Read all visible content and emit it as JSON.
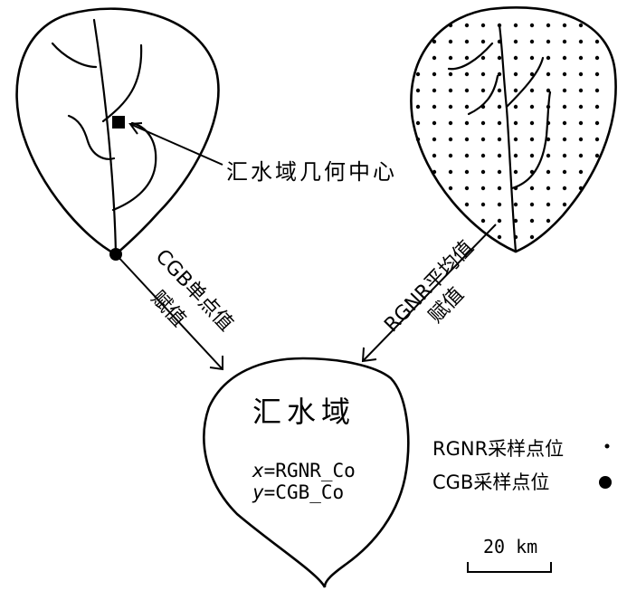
{
  "labels": {
    "centroid_label": "汇水域几何中心",
    "left_arrow_line1": "CGB单点值",
    "left_arrow_line2": "赋值",
    "right_arrow_line1": "RGNR平均值",
    "right_arrow_line2": "赋值",
    "center_title": "汇水域",
    "formula_x_var": "x",
    "formula_x_rest": "=RGNR_Co",
    "formula_y_var": "y",
    "formula_y_rest": "=CGB_Co"
  },
  "legend": {
    "rgnr_label": "RGNR采样点位",
    "cgb_label": "CGB采样点位"
  },
  "scale_bar": {
    "label": "20 km"
  }
}
